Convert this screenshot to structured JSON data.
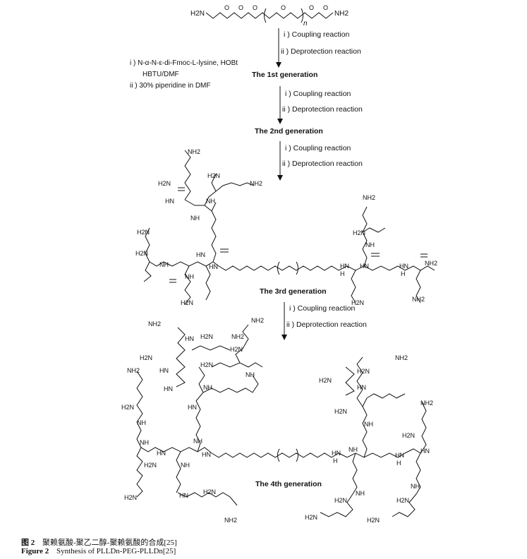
{
  "top_molecule": {
    "left_terminal": "H2N",
    "right_terminal": "NH2",
    "repeat_subscript": "n",
    "atoms": [
      "O",
      "O",
      "O",
      "O",
      "O",
      "O"
    ]
  },
  "reagents": {
    "line1": "i ) N-α-N-ε-di-Fmoc-L-lysine, HOBt",
    "line2": "HBTU/DMF",
    "line3": "ii ) 30% piperidine in DMF"
  },
  "steps": [
    {
      "coupling": "i ) Coupling reaction",
      "deprotection": "ii ) Deprotection reaction"
    },
    {
      "coupling": "i ) Coupling reaction",
      "deprotection": "ii ) Deprotection reaction"
    },
    {
      "coupling": "i ) Coupling reaction",
      "deprotection": "ii ) Deprotection reaction"
    },
    {
      "coupling": "i ) Coupling reaction",
      "deprotection": "ii ) Deprotection reaction"
    }
  ],
  "generations": {
    "g1": "The 1st generation",
    "g2": "The 2nd generation",
    "g3": "The 3rd generation",
    "g4": "The 4th generation"
  },
  "caption": {
    "cn_label": "图 2",
    "cn_text": "聚赖氨酸-聚乙二醇-聚赖氨酸的合成[25]",
    "en_label": "Figure 2",
    "en_text": "Synthesis of PLLDn-PEG-PLLDn[25]"
  },
  "atom_labels": {
    "amine": "NH2",
    "amine_left": "H2N",
    "amide_nh": "NH",
    "amide_hn": "HN",
    "amide_h": "H",
    "nitrogen": "N",
    "oxygen": "O"
  },
  "colors": {
    "ink": "#111111",
    "background": "#ffffff"
  }
}
